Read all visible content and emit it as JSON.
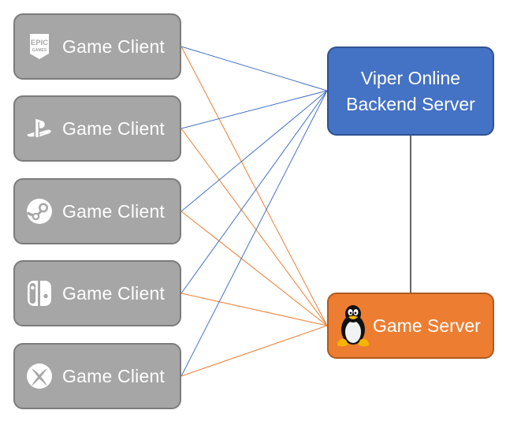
{
  "clients": [
    {
      "platform_icon": "epic-games-icon",
      "label": "Game Client"
    },
    {
      "platform_icon": "playstation-icon",
      "label": "Game Client"
    },
    {
      "platform_icon": "steam-icon",
      "label": "Game Client"
    },
    {
      "platform_icon": "nintendo-switch-icon",
      "label": "Game Client"
    },
    {
      "platform_icon": "xbox-icon",
      "label": "Game Client"
    }
  ],
  "backend": {
    "line1": "Viper Online",
    "line2": "Backend Server"
  },
  "game_server": {
    "label": "Game Server",
    "icon": "linux-tux-icon"
  },
  "colors": {
    "client_fill": "#a6a6a6",
    "backend_fill": "#4472c4",
    "game_server_fill": "#ed7d31",
    "client_to_backend_line": "#4472c4",
    "client_to_server_line": "#ed7d31",
    "backend_to_server_line": "#000000"
  },
  "connections": [
    {
      "from": "clients",
      "to": "backend",
      "color": "client_to_backend_line"
    },
    {
      "from": "clients",
      "to": "game_server",
      "color": "client_to_server_line"
    },
    {
      "from": "backend",
      "to": "game_server",
      "color": "backend_to_server_line"
    }
  ]
}
